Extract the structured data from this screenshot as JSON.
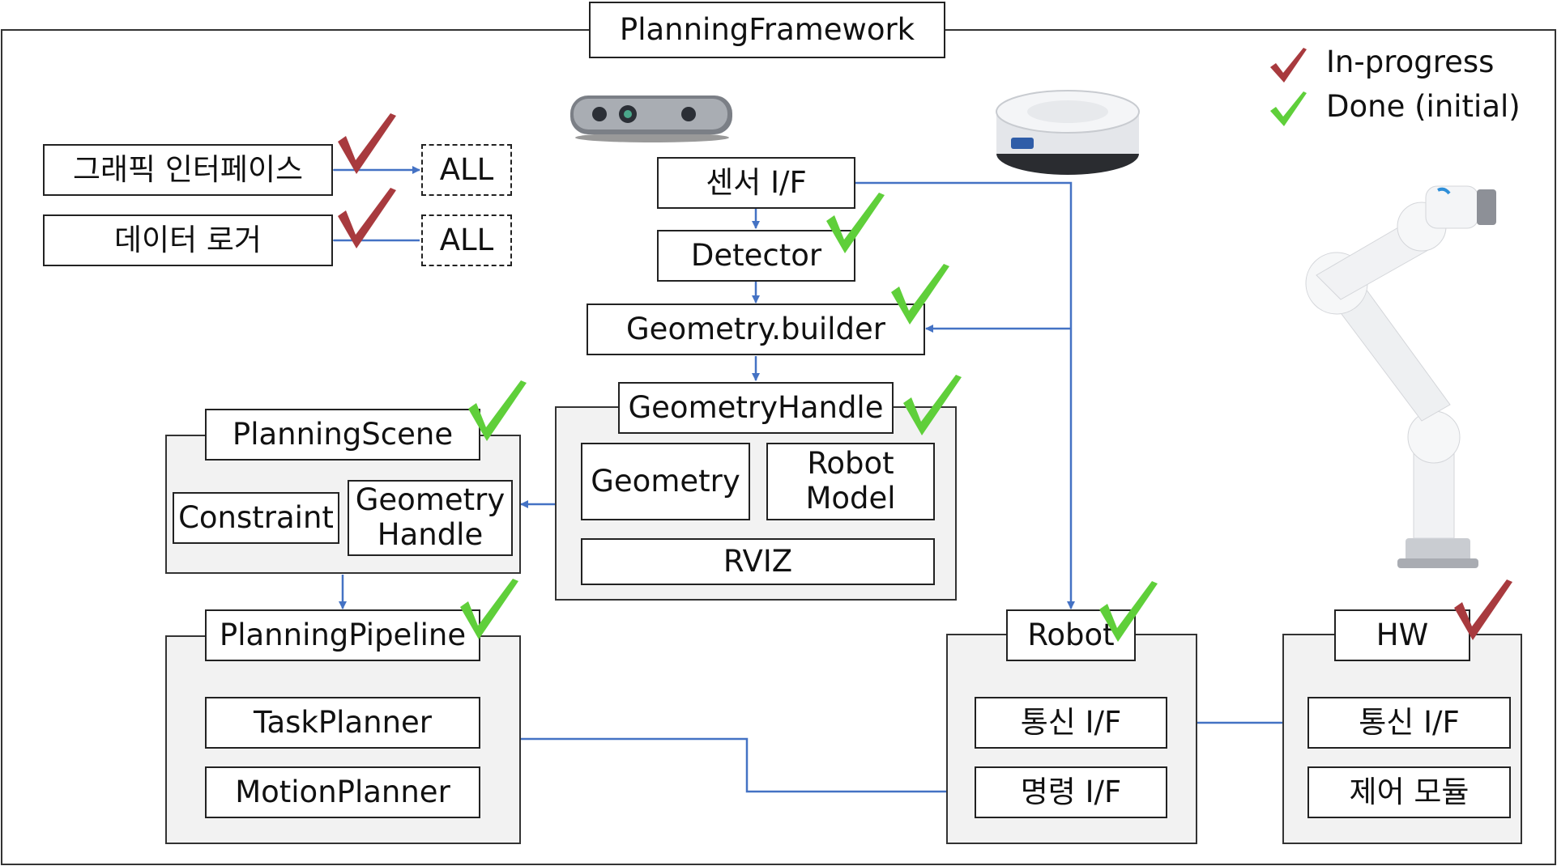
{
  "title": "PlanningFramework",
  "legend": {
    "in_progress": "In-progress",
    "done": "Done (initial)",
    "in_progress_color": "#a83a3e",
    "done_color": "#5fcf3a"
  },
  "ui": {
    "graphic_interface": "그래픽 인터페이스",
    "data_logger": "데이터 로거",
    "all_1": "ALL",
    "all_2": "ALL"
  },
  "sensor": {
    "sensor_if": "센서 I/F",
    "detector": "Detector",
    "geometry_builder": "Geometry.builder"
  },
  "geometry_handle": {
    "title": "GeometryHandle",
    "geometry": "Geometry",
    "robot_model": "Robot\nModel",
    "rviz": "RVIZ"
  },
  "planning_scene": {
    "title": "PlanningScene",
    "constraint": "Constraint",
    "geometry_handle": "Geometry\nHandle"
  },
  "planning_pipeline": {
    "title": "PlanningPipeline",
    "task_planner": "TaskPlanner",
    "motion_planner": "MotionPlanner"
  },
  "robot": {
    "title": "Robot",
    "comm_if": "통신 I/F",
    "command_if": "명령 I/F"
  },
  "hw": {
    "title": "HW",
    "comm_if": "통신 I/F",
    "control_module": "제어 모듈"
  },
  "images": {
    "camera": "depth-camera-icon",
    "base": "rotary-base-icon",
    "arm": "robot-arm-icon"
  },
  "colors": {
    "connector": "#4472c4",
    "frame": "#333333"
  }
}
